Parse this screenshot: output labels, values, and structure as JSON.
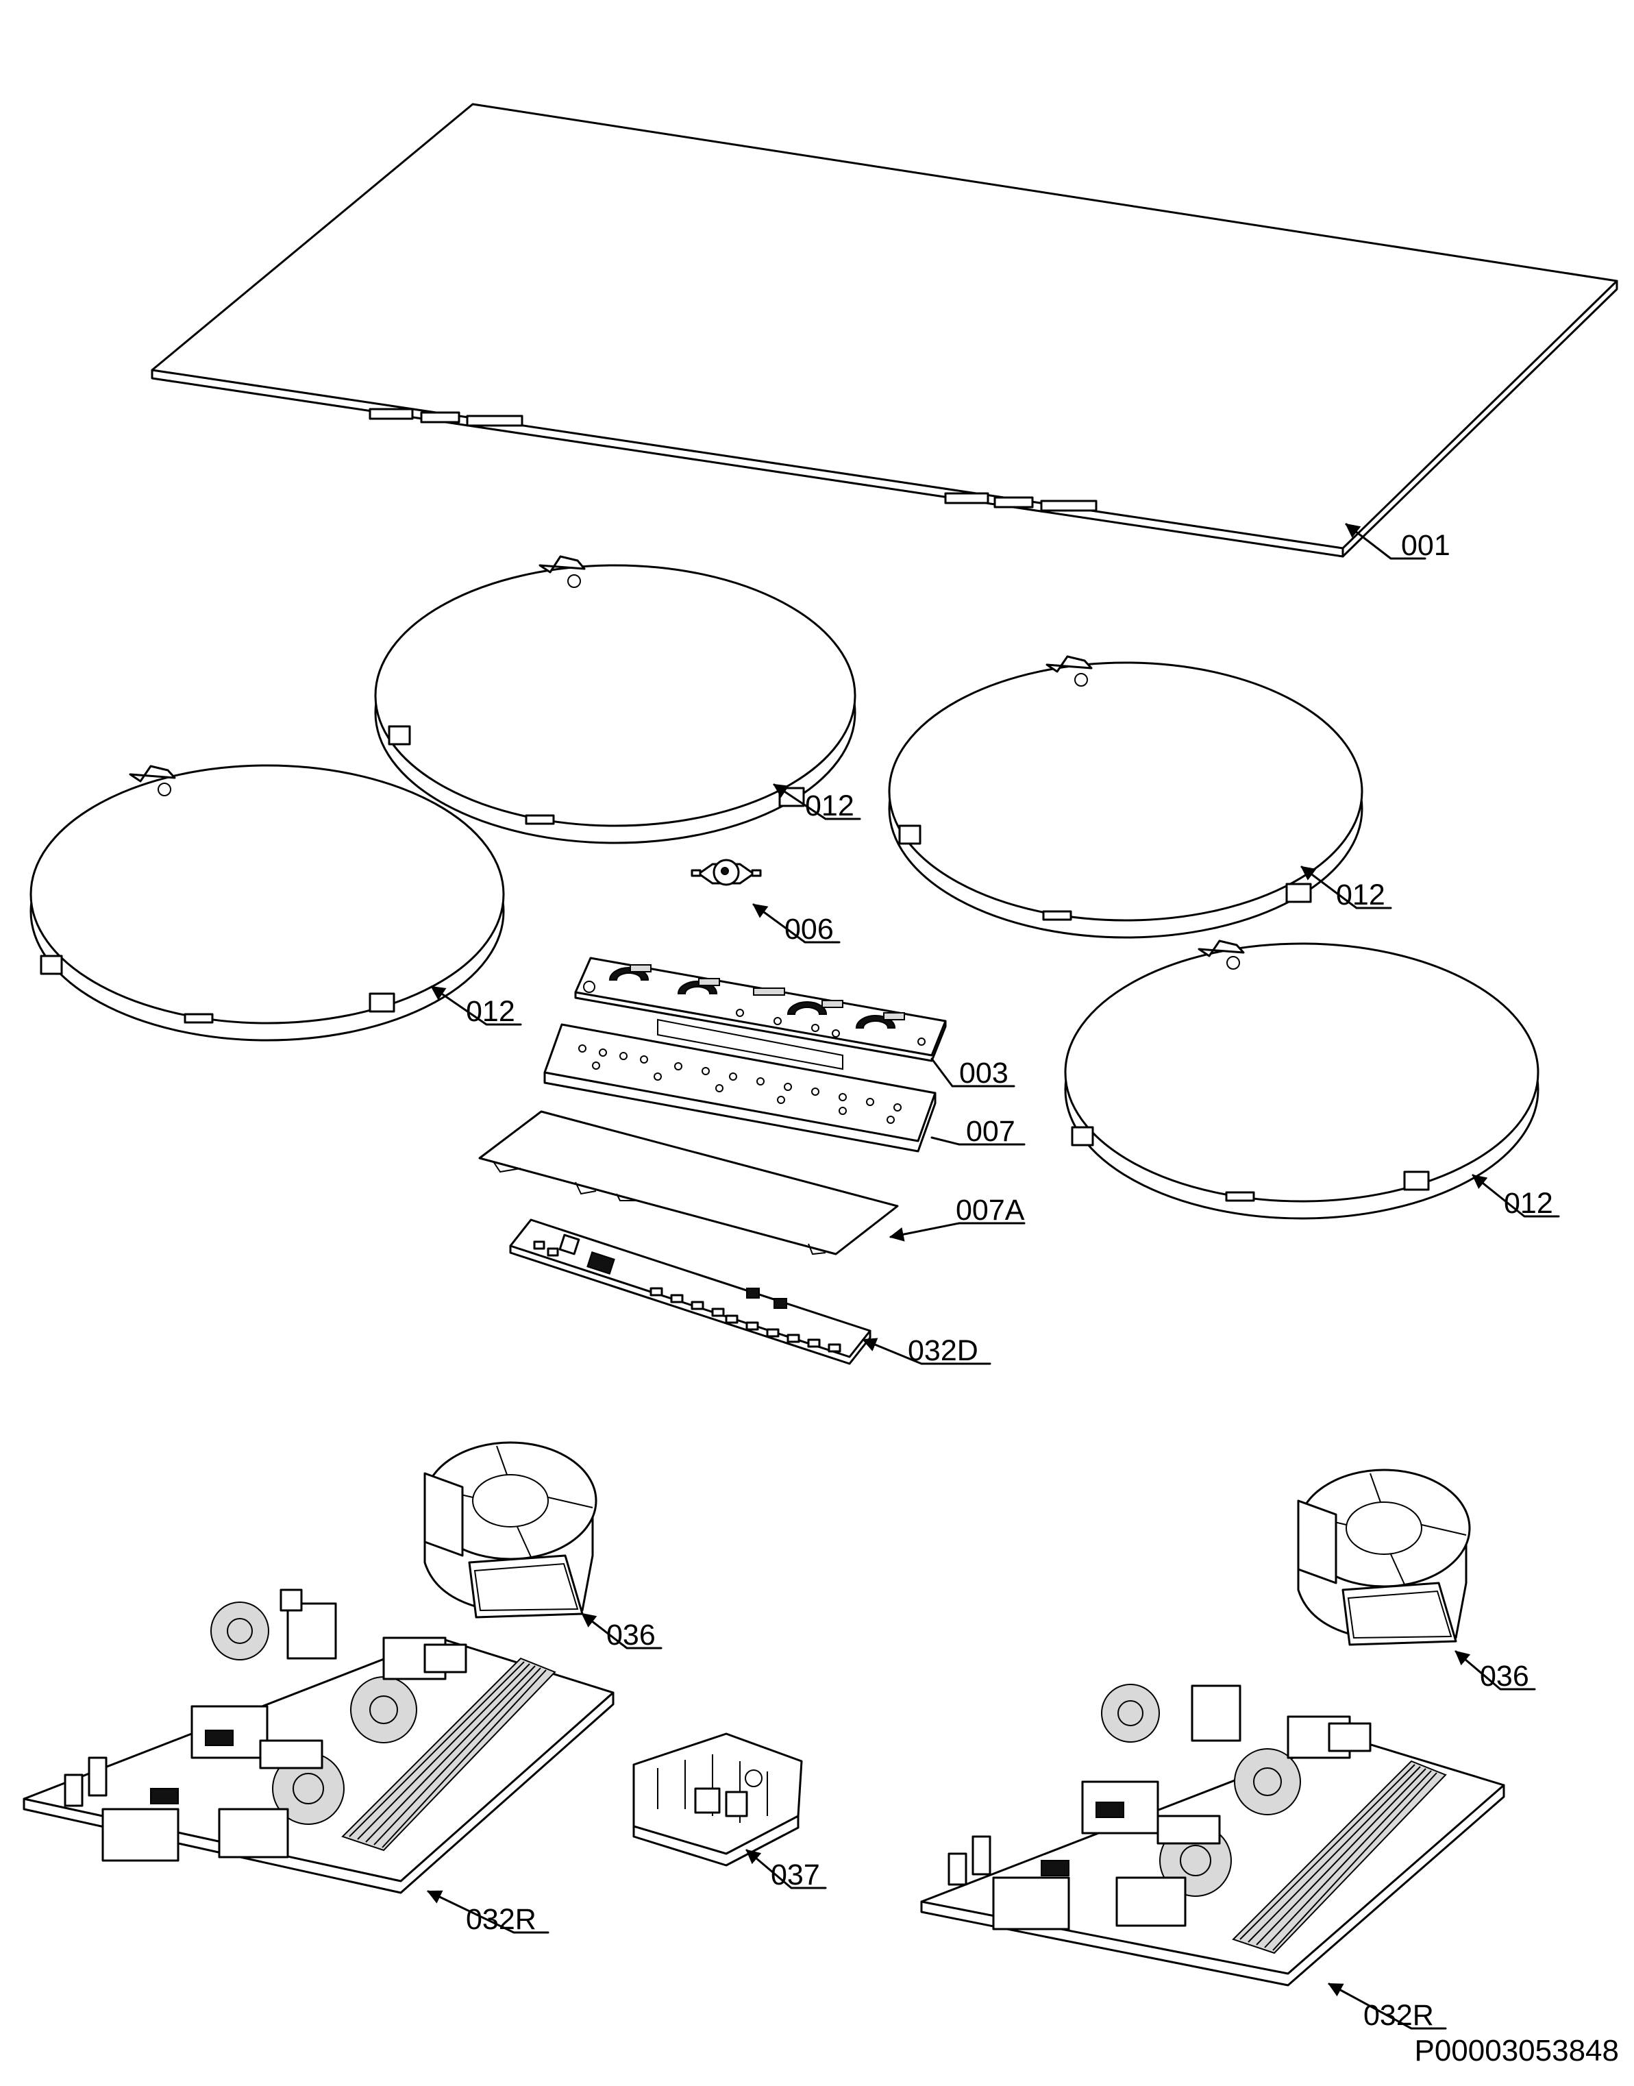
{
  "document_id": "P00003053848",
  "callouts": {
    "c001": "001",
    "c012a": "012",
    "c012b": "012",
    "c012c": "012",
    "c012d": "012",
    "c006": "006",
    "c003": "003",
    "c007": "007",
    "c007a": "007A",
    "c032d": "032D",
    "c036a": "036",
    "c036b": "036",
    "c037": "037",
    "c032ra": "032R",
    "c032rb": "032R"
  }
}
